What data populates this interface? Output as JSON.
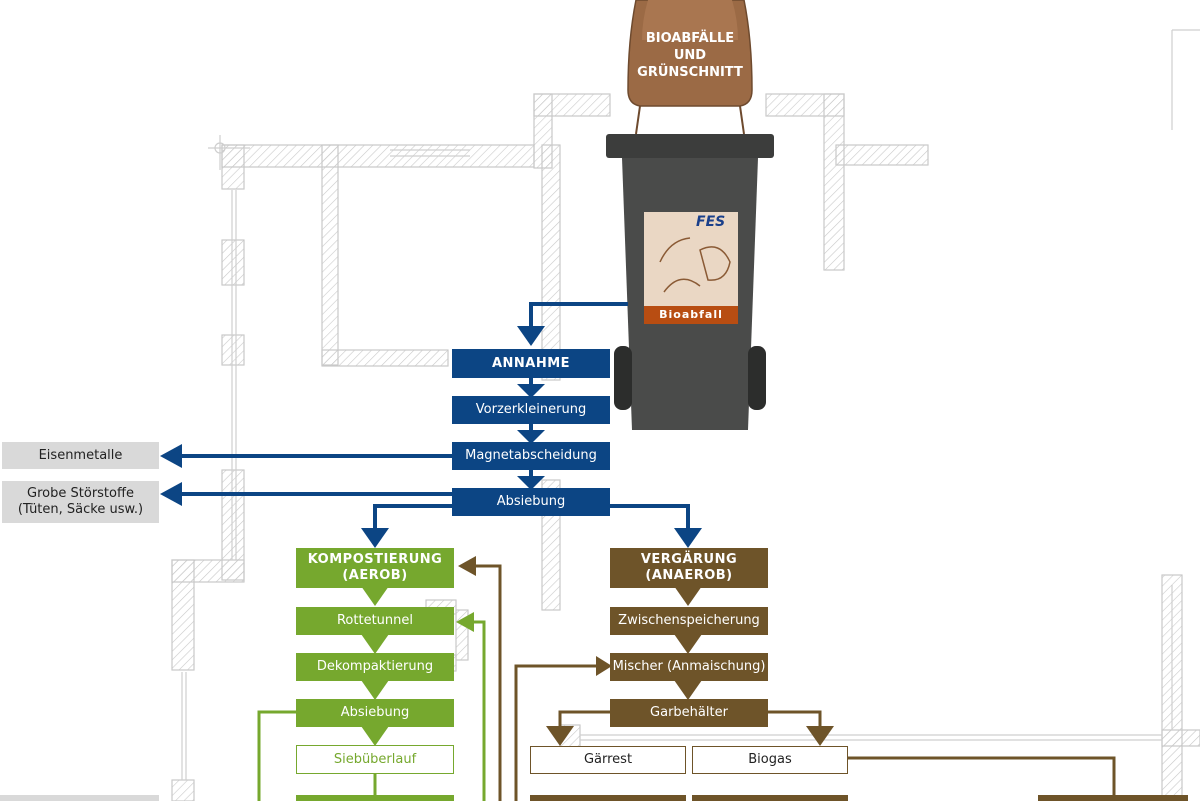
{
  "bin": {
    "lid_text_1": "BIOABFÄLLE",
    "lid_text_2": "UND",
    "lid_text_3": "GRÜNSCHNITT",
    "label_logo": "FES",
    "label_text": "Bioabfall"
  },
  "main_flow": {
    "annahme": "ANNAHME",
    "vorzerkleinerung": "Vorzerkleinerung",
    "magnetabscheidung": "Magnetabscheidung",
    "absiebung": "Absiebung"
  },
  "outputs": {
    "eisenmetalle": "Eisenmetalle",
    "grobe_line1": "Grobe Störstoffe",
    "grobe_line2": "(Tüten, Säcke usw.)"
  },
  "composting": {
    "title_line1": "KOMPOSTIERUNG",
    "title_line2": "(AEROB)",
    "rottetunnel": "Rottetunnel",
    "dekompaktierung": "Dekompaktierung",
    "absiebung": "Absiebung",
    "siebueberlauf": "Siebüberlauf"
  },
  "fermentation": {
    "title_line1": "VERGÄRUNG",
    "title_line2": "(ANAEROB)",
    "zwischenspeicherung": "Zwischenspeicherung",
    "mischer": "Mischer (Anmaischung)",
    "garbehaelter": "Garbehälter",
    "gaerrest": "Gärrest",
    "biogas": "Biogas"
  },
  "colors": {
    "blue": "#0c4584",
    "green": "#76a82e",
    "brown": "#6e5429",
    "grey": "#d9d9d9",
    "bin_brown": "#9b6a45"
  }
}
